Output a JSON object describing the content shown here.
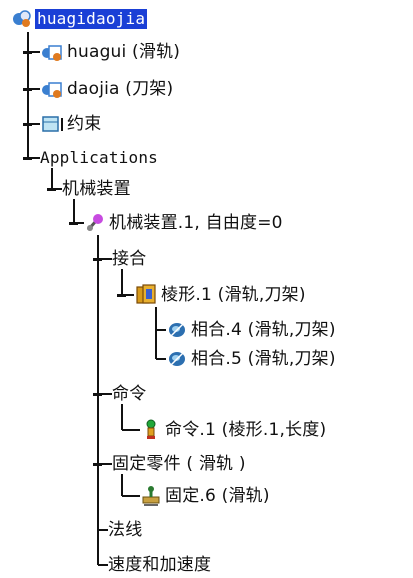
{
  "tree": {
    "root": "huagidaojia",
    "part_huagui": "huagui (滑轨)",
    "part_daojia": "daojia (刀架)",
    "constraints": "约束",
    "applications": "Applications",
    "mechanism_group": "机械装置",
    "mechanism": "机械装置.1, 自由度=0",
    "joints": "接合",
    "prismatic": "棱形.1 (滑轨,刀架)",
    "coincidence4": "相合.4 (滑轨,刀架)",
    "coincidence5": "相合.5 (滑轨,刀架)",
    "commands": "命令",
    "command1": "命令.1 (棱形.1,长度)",
    "fixed_part": "固定零件 ( 滑轨 )",
    "fixed6": "固定.6 (滑轨)",
    "laws": "法线",
    "speed_accel": "速度和加速度"
  },
  "colors": {
    "selection": "#1a3fd6",
    "line": "#111111",
    "part_icon_blue": "#3a7fd0",
    "part_icon_orange": "#e07a1f",
    "joint_icon": "#d89a1a",
    "command_icon": "#22a83a"
  }
}
